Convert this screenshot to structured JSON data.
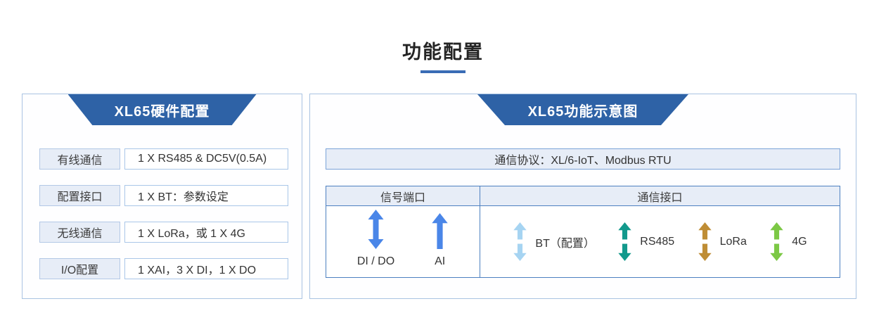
{
  "title": "功能配置",
  "colors": {
    "accent_underline": "#3a6cb5",
    "header_blue": "#2e62a6",
    "panel_border": "#a9c3e2",
    "table_border": "#4d80c0",
    "cell_fill": "#e7edf7",
    "arrow_blue": "#4a86e8",
    "arrow_light_blue": "#a6d4f2",
    "arrow_teal": "#12998c",
    "arrow_gold": "#bf8d35",
    "arrow_green": "#7cc845"
  },
  "left_panel": {
    "header": "XL65硬件配置",
    "rows": [
      {
        "label": "有线通信",
        "value": "1 X RS485 & DC5V(0.5A)"
      },
      {
        "label": "配置接口",
        "value": "1 X BT：参数设定"
      },
      {
        "label": "无线通信",
        "value": "1 X LoRa，或 1 X 4G"
      },
      {
        "label": "I/O配置",
        "value": "1 XAI，3 X DI，1 X DO"
      }
    ]
  },
  "right_panel": {
    "header": "XL65功能示意图",
    "protocol_bar": "通信协议：XL/6-IoT、Modbus RTU",
    "table": {
      "columns": {
        "signal": "信号端口",
        "comm": "通信接口"
      },
      "signal_ports": [
        {
          "label": "DI / DO",
          "icon": "double-arrow-icon",
          "color": "#4a86e8"
        },
        {
          "label": "AI",
          "icon": "up-arrow-icon",
          "color": "#4a86e8"
        }
      ],
      "interfaces": [
        {
          "label": "BT（配置）",
          "icon": "split-double-arrow-icon",
          "color": "#a6d4f2"
        },
        {
          "label": "RS485",
          "icon": "split-double-arrow-icon",
          "color": "#12998c"
        },
        {
          "label": "LoRa",
          "icon": "split-double-arrow-icon",
          "color": "#bf8d35"
        },
        {
          "label": "4G",
          "icon": "split-double-arrow-icon",
          "color": "#7cc845"
        }
      ]
    }
  }
}
